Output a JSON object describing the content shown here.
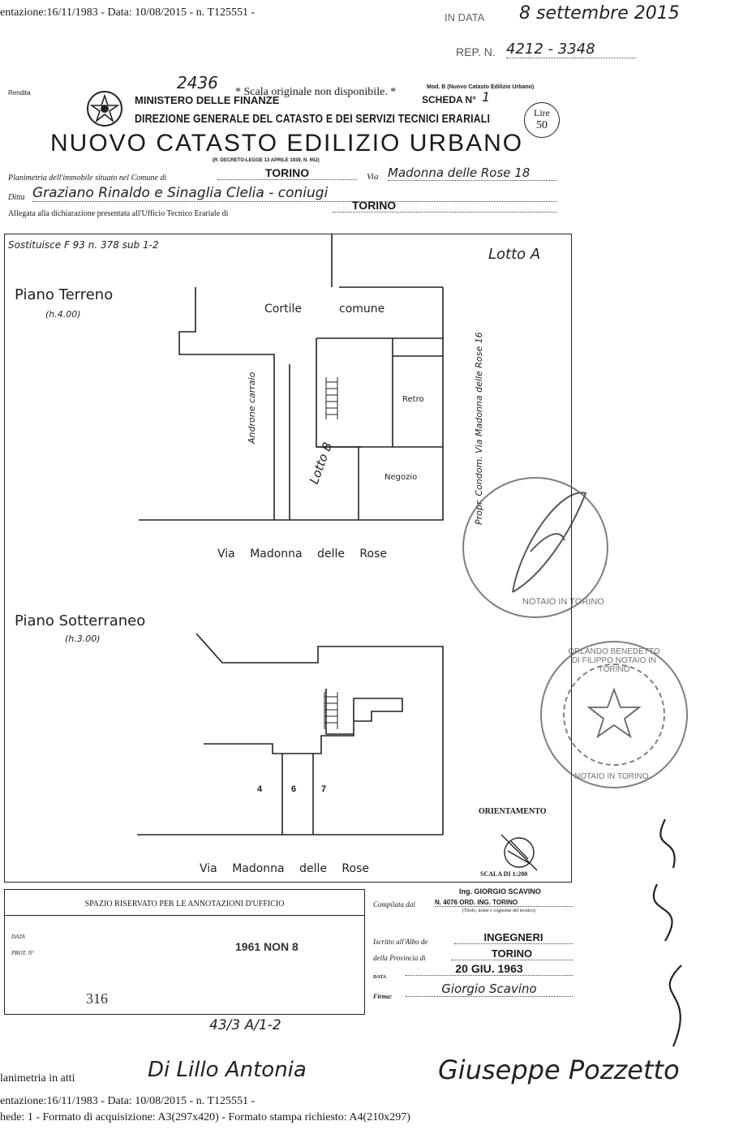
{
  "header": {
    "top_ref": "entazione:16/11/1983 - Data: 10/08/2015 - n. T125551 -",
    "in_data_label": "IN DATA",
    "in_data_value": "8 settembre 2015",
    "rep_label": "REP. N.",
    "rep_value": "4212 - 3348"
  },
  "form": {
    "small_left": "Rendita",
    "handwritten_number": "2436",
    "notice": "* Scala originale non disponibile. *",
    "model": "Mod. B (Nuovo Catasto Edilizio Urbano)",
    "scheda_label": "SCHEDA N°",
    "scheda_value": "1",
    "ministry": "MINISTERO DELLE FINANZE",
    "direction": "DIREZIONE GENERALE DEL CATASTO E DEI SERVIZI TECNICI ERARIALI",
    "lire": "Lire",
    "lire_value": "50",
    "title": "NUOVO CATASTO EDILIZIO URBANO",
    "decree": "(R. DECRETO-LEGGE 13 APRILE 1939, N. 652)",
    "planimetria_label": "Planimetria dell'immobile situato nel Comune di",
    "comune": "TORINO",
    "via_label": "Via",
    "via_value": "Madonna delle Rose 18",
    "ditta_label": "Ditta",
    "ditta_value": "Graziano Rinaldo e Sinaglia Clelia - coniugi",
    "allegata_label": "Allegata alla dichiarazione presentata all'Ufficio Tecnico Erariale di",
    "allegata_value": "TORINO"
  },
  "plan": {
    "ref": "Sostituisce F 93 n. 378 sub 1-2",
    "lotto_a": "Lotto A",
    "piano_terreno": "Piano Terreno",
    "h_terreno": "(h.4.00)",
    "cortile": "Cortile",
    "comune": "comune",
    "androne": "Androne carraio",
    "lotto_b": "Lotto B",
    "retro": "Retro",
    "negozio": "Negozio",
    "side_street": "Propr. Condom. Via Madonna delle Rose 16",
    "street_top": "Via Madonna delle Rose",
    "piano_sotterraneo": "Piano Sotterraneo",
    "h_sotterraneo": "(h.3.00)",
    "cell_4": "4",
    "cell_6": "6",
    "cell_7": "7",
    "orientamento": "ORIENTAMENTO",
    "scala": "SCALA DI 1:200",
    "street_bottom": "Via Madonna delle Rose"
  },
  "office": {
    "title": "SPAZIO RISERVATO PER LE ANNOTAZIONI D'UFFICIO",
    "data_label": "DATA",
    "prot_label": "PROT. N°",
    "stamp_num": "1961 NON 8",
    "bottom_num": "316"
  },
  "compilato": {
    "label": "Compilata dal",
    "engineer": "Ing. GIORGIO SCAVINO",
    "engineer_sub": "N. 4076 ORD. ING. TORINO",
    "engineer_hint": "(Titolo, nome e cognome del tecnico)",
    "albo_label": "Iscritto all'Albo de",
    "albo_value": "INGEGNERI",
    "provincia_label": "della Provincia di",
    "provincia_value": "TORINO",
    "data_label": "DATA",
    "data_value": "20 GIU. 1963",
    "firma_label": "Firma:",
    "firma_value": "Giorgio Scavino"
  },
  "footer": {
    "handwritten_ref": "43/3 A/1-2",
    "planimetria_atti": "lanimetria in atti",
    "signature_left": "Di Lillo Antonia",
    "signature_right": "Giuseppe Pozzetto",
    "line1": "entazione:16/11/1983 - Data: 10/08/2015 - n. T125551 -",
    "line2": "hede: 1 - Formato di acquisizione: A3(297x420) - Formato stampa richiesto: A4(210x297)"
  },
  "stamps": {
    "notary_text": "ORLANDO BENEDETTO DI FILIPPO NOTAIO IN TORINO",
    "notary_bottom": "NOTAIO IN TORINO"
  }
}
